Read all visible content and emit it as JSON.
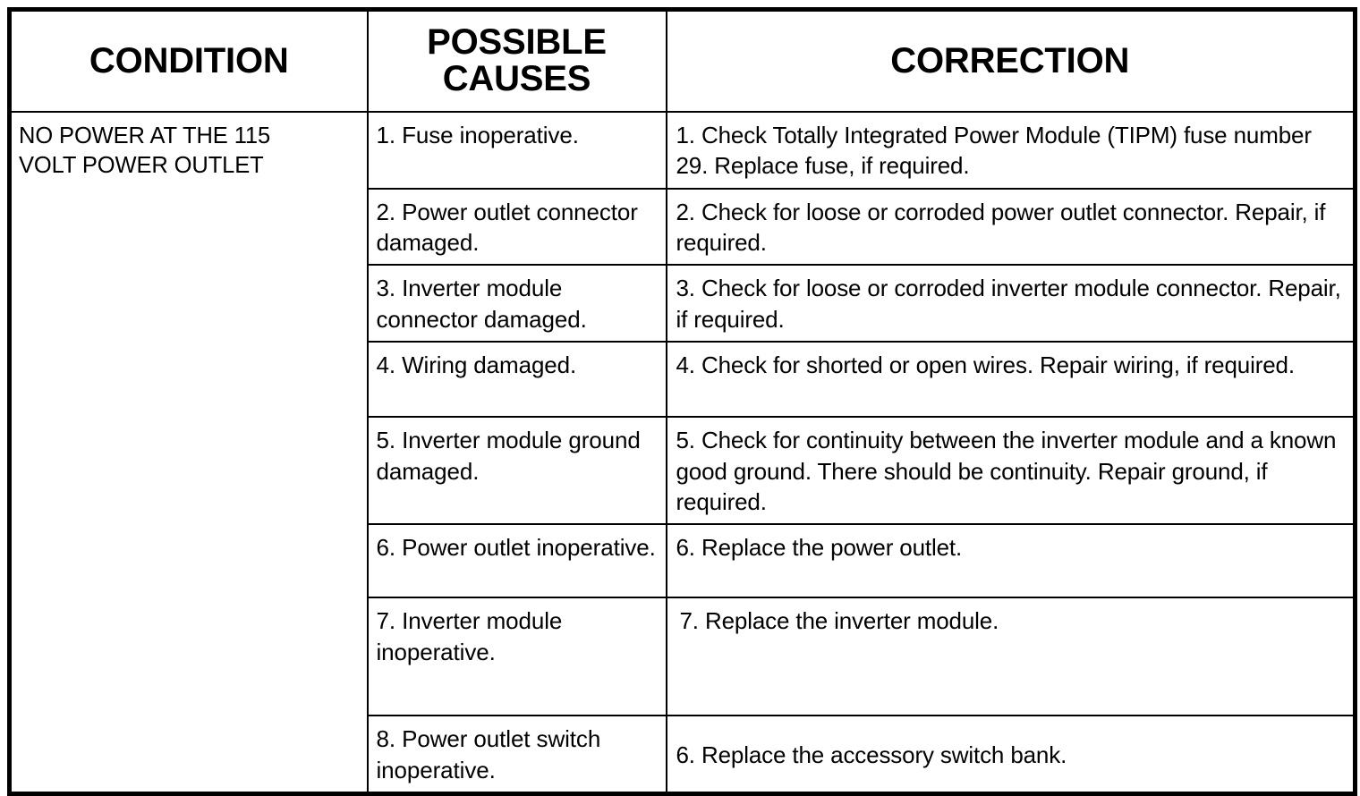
{
  "table": {
    "headers": {
      "condition": "CONDITION",
      "possible_causes_line1": "POSSIBLE",
      "possible_causes_line2": "CAUSES",
      "correction": "CORRECTION"
    },
    "condition": {
      "line1": "NO POWER AT THE 115",
      "line2": "VOLT POWER OUTLET",
      "full_text": "NO POWER AT THE 115 VOLT POWER OUTLET"
    },
    "rows": [
      {
        "index": 1,
        "cause": "1. Fuse inoperative.",
        "correction": "1. Check Totally Integrated Power Module (TIPM) fuse number 29. Replace fuse, if required."
      },
      {
        "index": 2,
        "cause": "2. Power outlet connector damaged.",
        "correction": "2. Check for loose or corroded power outlet connector. Repair, if required."
      },
      {
        "index": 3,
        "cause": "3. Inverter module connector damaged.",
        "correction": "3. Check for loose or corroded inverter module connector. Repair, if required."
      },
      {
        "index": 4,
        "cause": "4. Wiring damaged.",
        "correction": "4. Check for shorted or open wires. Repair wiring, if required."
      },
      {
        "index": 5,
        "cause": "5. Inverter module ground damaged.",
        "correction": "5. Check for continuity between the inverter module and a known good ground. There should be continuity. Repair ground, if required."
      },
      {
        "index": 6,
        "cause": "6. Power outlet inoperative.",
        "correction": "6. Replace the power outlet."
      },
      {
        "index": 7,
        "cause": "7. Inverter module inoperative.",
        "correction": "7. Replace the inverter module."
      },
      {
        "index": 8,
        "cause": "8. Power outlet switch inoperative.",
        "correction": "6. Replace the accessory switch bank."
      }
    ]
  },
  "colors": {
    "border": "#000000",
    "text": "#000000",
    "background": "#ffffff"
  }
}
